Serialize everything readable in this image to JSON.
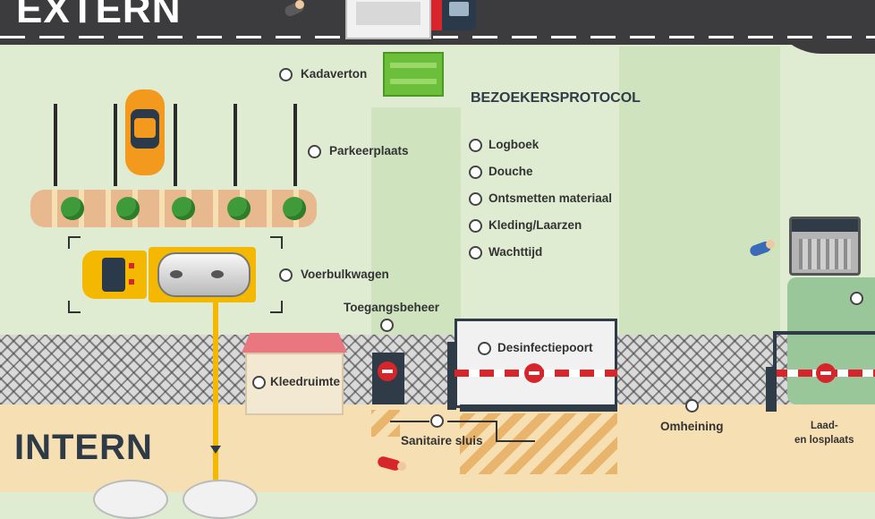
{
  "zones": {
    "extern": "EXTERN",
    "intern": "INTERN"
  },
  "title": "BEZOEKERSPROTOCOL",
  "protocol_items": [
    "Logboek",
    "Douche",
    "Ontsmetten materiaal",
    "Kleding/Laarzen",
    "Wachttijd"
  ],
  "labels": {
    "kadaverton": "Kadaverton",
    "parkeerplaats": "Parkeerplaats",
    "voerbulkwagen": "Voerbulkwagen",
    "toegangsbeheer": "Toegangsbeheer",
    "desinfectiepoort": "Desinfectiepoort",
    "kleedruimte": "Kleedruimte",
    "sanitaire_sluis": "Sanitaire sluis",
    "omheining": "Omheining",
    "laad_line1": "Laad-",
    "laad_line2": "en losplaats"
  },
  "colors": {
    "road": "#3c3c3e",
    "grass": "#dfecd2",
    "intern_floor": "#f6dfb3",
    "barrier_red": "#d7262b",
    "truck_yellow": "#f5b800",
    "car_orange": "#f39a1e",
    "bin_green": "#6bbf3a"
  },
  "icons": [
    "person-icon",
    "no-entry-icon",
    "bush-icon",
    "car-icon",
    "truck-icon",
    "building-icon"
  ]
}
